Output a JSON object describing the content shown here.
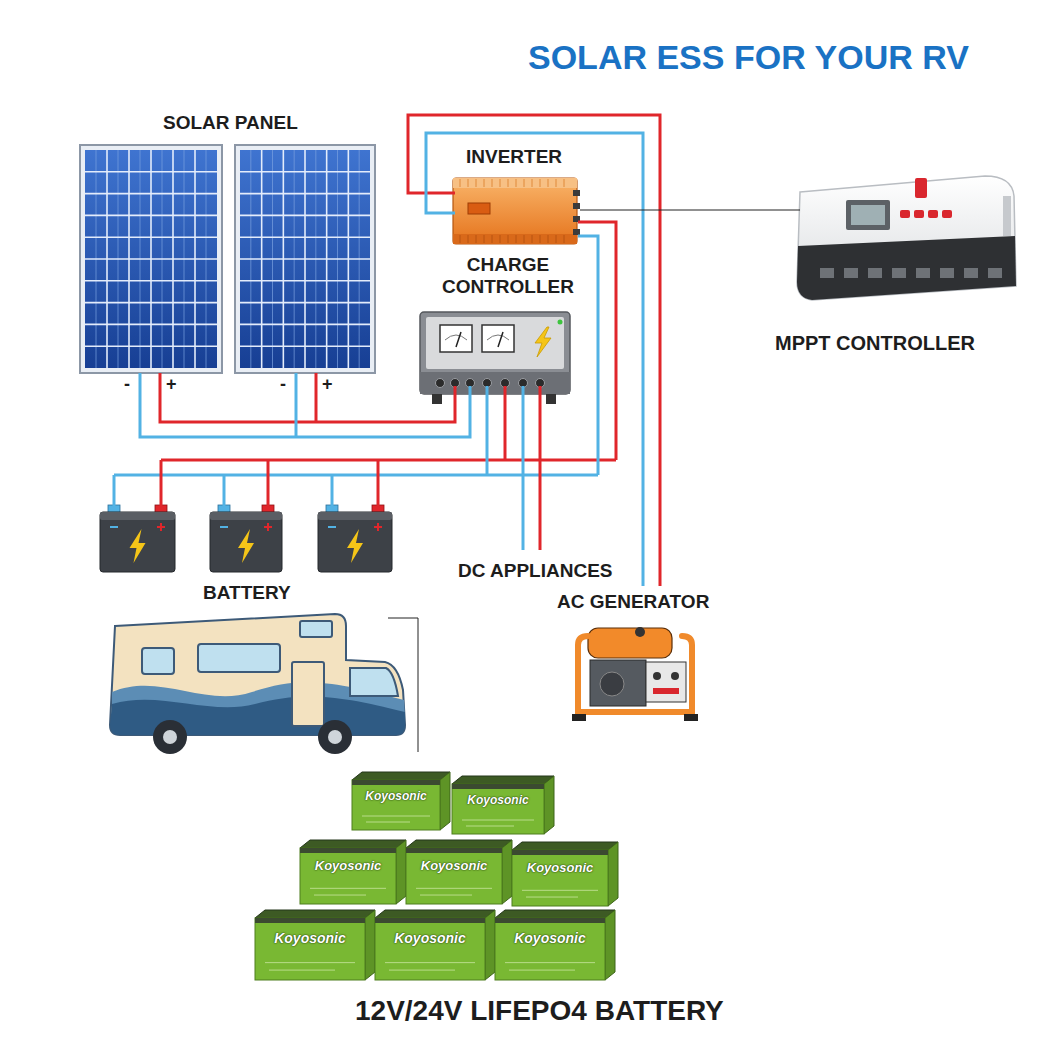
{
  "diagram": {
    "title": "SOLAR ESS FOR YOUR RV",
    "labels": [
      "SOLAR PANEL",
      "-",
      "+",
      "-",
      "+",
      "INVERTER",
      "CHARGE CONTROLLER",
      "MPPT CONTROLLER",
      "BATTERY",
      "DC APPLIANCES",
      "AC GENERATOR",
      "Koyosonic",
      "Koyosonic",
      "Koyosonic",
      "Koyosonic",
      "Koyosonic",
      "Koyosonic",
      "Koyosonic",
      "Koyosonic",
      "12V/24V LIFEPO4 BATTERY"
    ]
  }
}
